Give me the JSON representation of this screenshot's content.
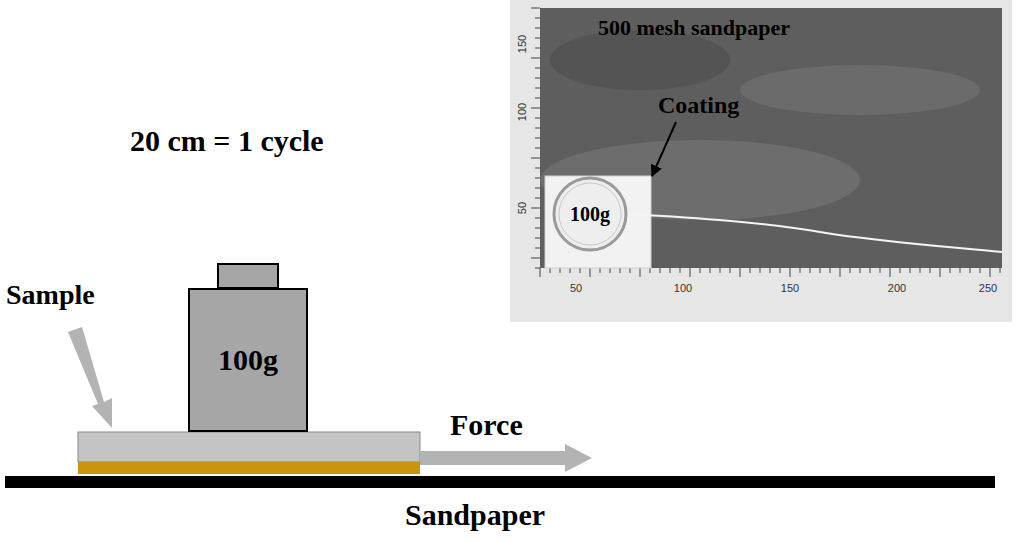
{
  "diagram": {
    "nodes": [
      {
        "text": [
          "100g"
        ]
      },
      {
        "text": [
          "100g"
        ]
      }
    ],
    "labels": [
      "500 mesh sandpaper",
      "20 cm = 1 cycle",
      "Coating",
      "150",
      "100",
      "50",
      "50",
      "100",
      "150",
      "200",
      "250",
      "Sample",
      "Force",
      "Sandpaper"
    ]
  }
}
